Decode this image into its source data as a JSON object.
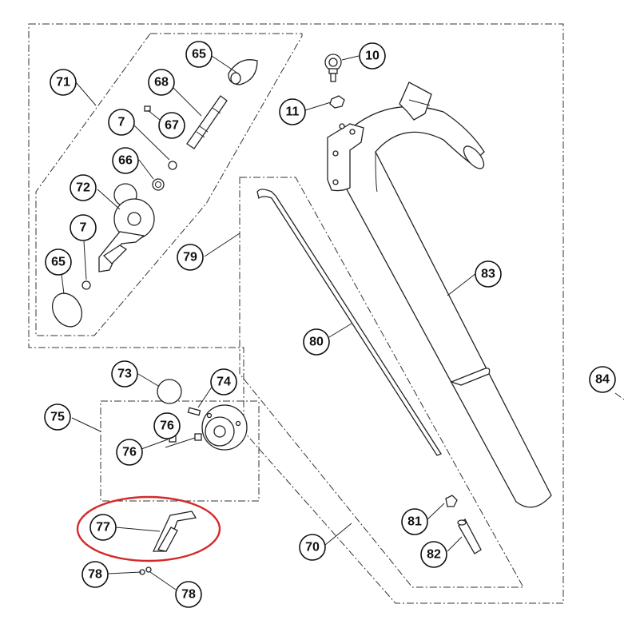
{
  "diagram": {
    "highlight_color": "#d42a2a",
    "line_color": "#222222",
    "callouts": [
      "65",
      "10",
      "71",
      "68",
      "11",
      "7",
      "67",
      "66",
      "72",
      "7",
      "65",
      "79",
      "83",
      "80",
      "73",
      "74",
      "75",
      "76",
      "76",
      "84",
      "77",
      "81",
      "82",
      "70",
      "78",
      "78"
    ]
  }
}
